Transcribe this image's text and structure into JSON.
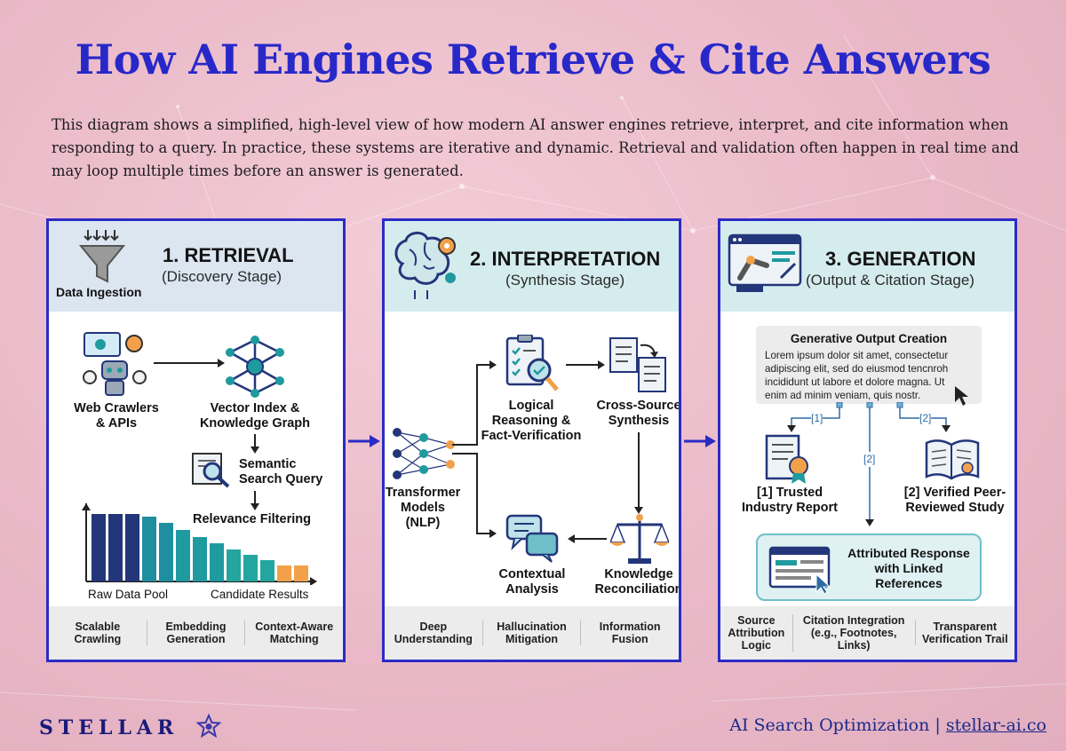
{
  "title": "How AI Engines Retrieve & Cite Answers",
  "intro": "This diagram shows a simplified, high-level view of how modern AI answer engines retrieve, interpret, and cite information when responding to a query. In practice, these systems are iterative and dynamic. Retrieval and validation often happen in real time and may loop multiple times before an answer is generated.",
  "panels": {
    "retrieval": {
      "title": "1. RETRIEVAL",
      "subtitle": "(Discovery Stage)",
      "header_label": "Data Ingestion",
      "nodes": {
        "crawlers": "Web Crawlers\n& APIs",
        "vector_index": "Vector Index &\nKnowledge Graph",
        "semantic_query": "Semantic\nSearch Query",
        "relevance": "Relevance Filtering",
        "raw_pool": "Raw Data Pool",
        "candidates": "Candidate Results"
      },
      "footer": [
        "Scalable\nCrawling",
        "Embedding\nGeneration",
        "Context-Aware\nMatching"
      ]
    },
    "interpretation": {
      "title": "2. INTERPRETATION",
      "subtitle": "(Synthesis Stage)",
      "nodes": {
        "transformer": "Transformer\nModels\n(NLP)",
        "logical": "Logical\nReasoning &\nFact-Verification",
        "synthesis": "Cross-Source\nSynthesis",
        "contextual": "Contextual\nAnalysis",
        "reconciliation": "Knowledge\nReconciliation"
      },
      "footer": [
        "Deep\nUnderstanding",
        "Hallucination\nMitigation",
        "Information\nFusion"
      ]
    },
    "generation": {
      "title": "3. GENERATION",
      "subtitle": "(Output & Citation Stage)",
      "output_title": "Generative Output Creation",
      "output_text": "Lorem ipsum dolor sit amet, consectetur adipiscing elit, sed do eiusmod tencnroh incididunt ut labore et dolore magna. Ut enim ad minim veniam, quis nostr.",
      "cite_1": "[1]",
      "cite_2": "[2]",
      "nodes": {
        "trusted": "[1] Trusted\nIndustry Report",
        "verified": "[2] Verified Peer-\nReviewed Study",
        "attributed": "Attributed Response\nwith Linked\nReferences"
      },
      "footer": [
        "Source\nAttribution\nLogic",
        "Citation Integration\n(e.g., Footnotes, Links)",
        "Transparent\nVerification Trail"
      ]
    }
  },
  "footer": {
    "brand": "STELLAR",
    "tagline": "AI Search Optimization |",
    "link": "stellar-ai.co"
  },
  "colors": {
    "accent": "#2b2bc4",
    "teal": "#1f9a9f",
    "navy": "#23367a",
    "orange": "#f2a14a"
  }
}
